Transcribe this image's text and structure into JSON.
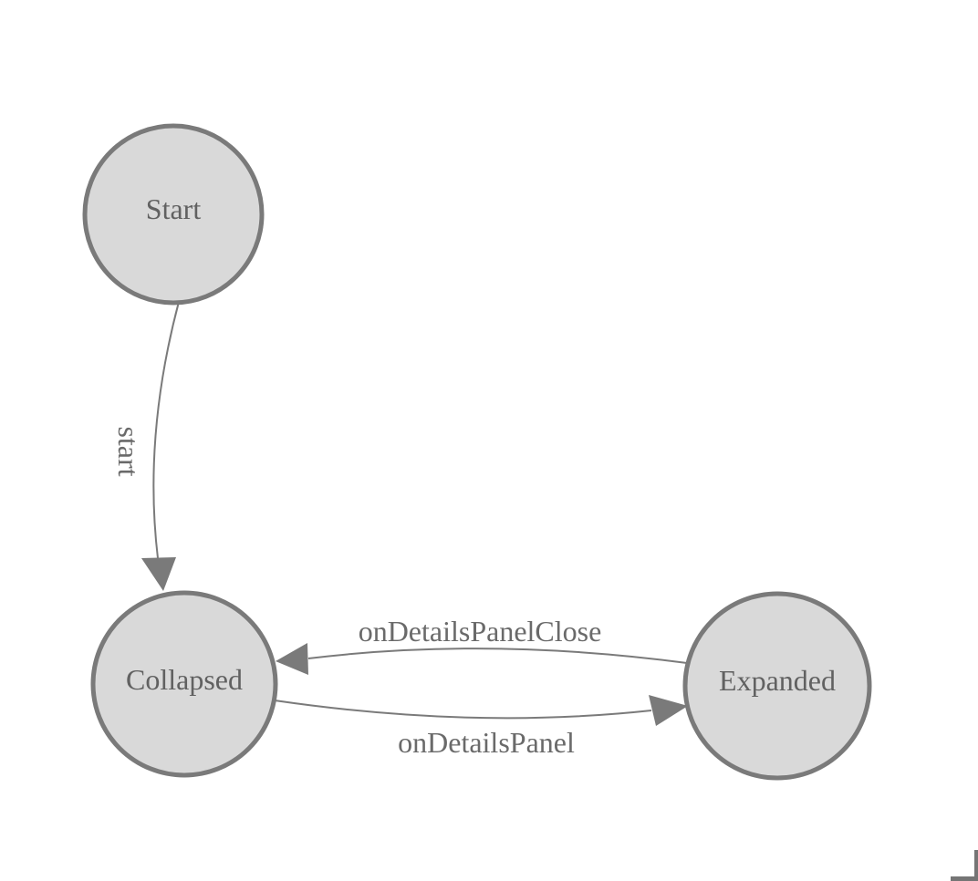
{
  "diagram": {
    "type": "state-machine",
    "states": [
      {
        "id": "start",
        "label": "Start"
      },
      {
        "id": "collapsed",
        "label": "Collapsed"
      },
      {
        "id": "expanded",
        "label": "Expanded"
      }
    ],
    "transitions": [
      {
        "from": "Start",
        "to": "Collapsed",
        "label": "start"
      },
      {
        "from": "Expanded",
        "to": "Collapsed",
        "label": "onDetailsPanelClose"
      },
      {
        "from": "Collapsed",
        "to": "Expanded",
        "label": "onDetailsPanel"
      }
    ]
  },
  "theme": {
    "background": "#ffffff",
    "node_fill": "#d9d9d9",
    "node_stroke": "#7a7a7a",
    "edge_color": "#7a7a7a",
    "node_text_color": "#616161",
    "edge_text_color": "#6a6a6a",
    "corner_color": "#757575"
  }
}
